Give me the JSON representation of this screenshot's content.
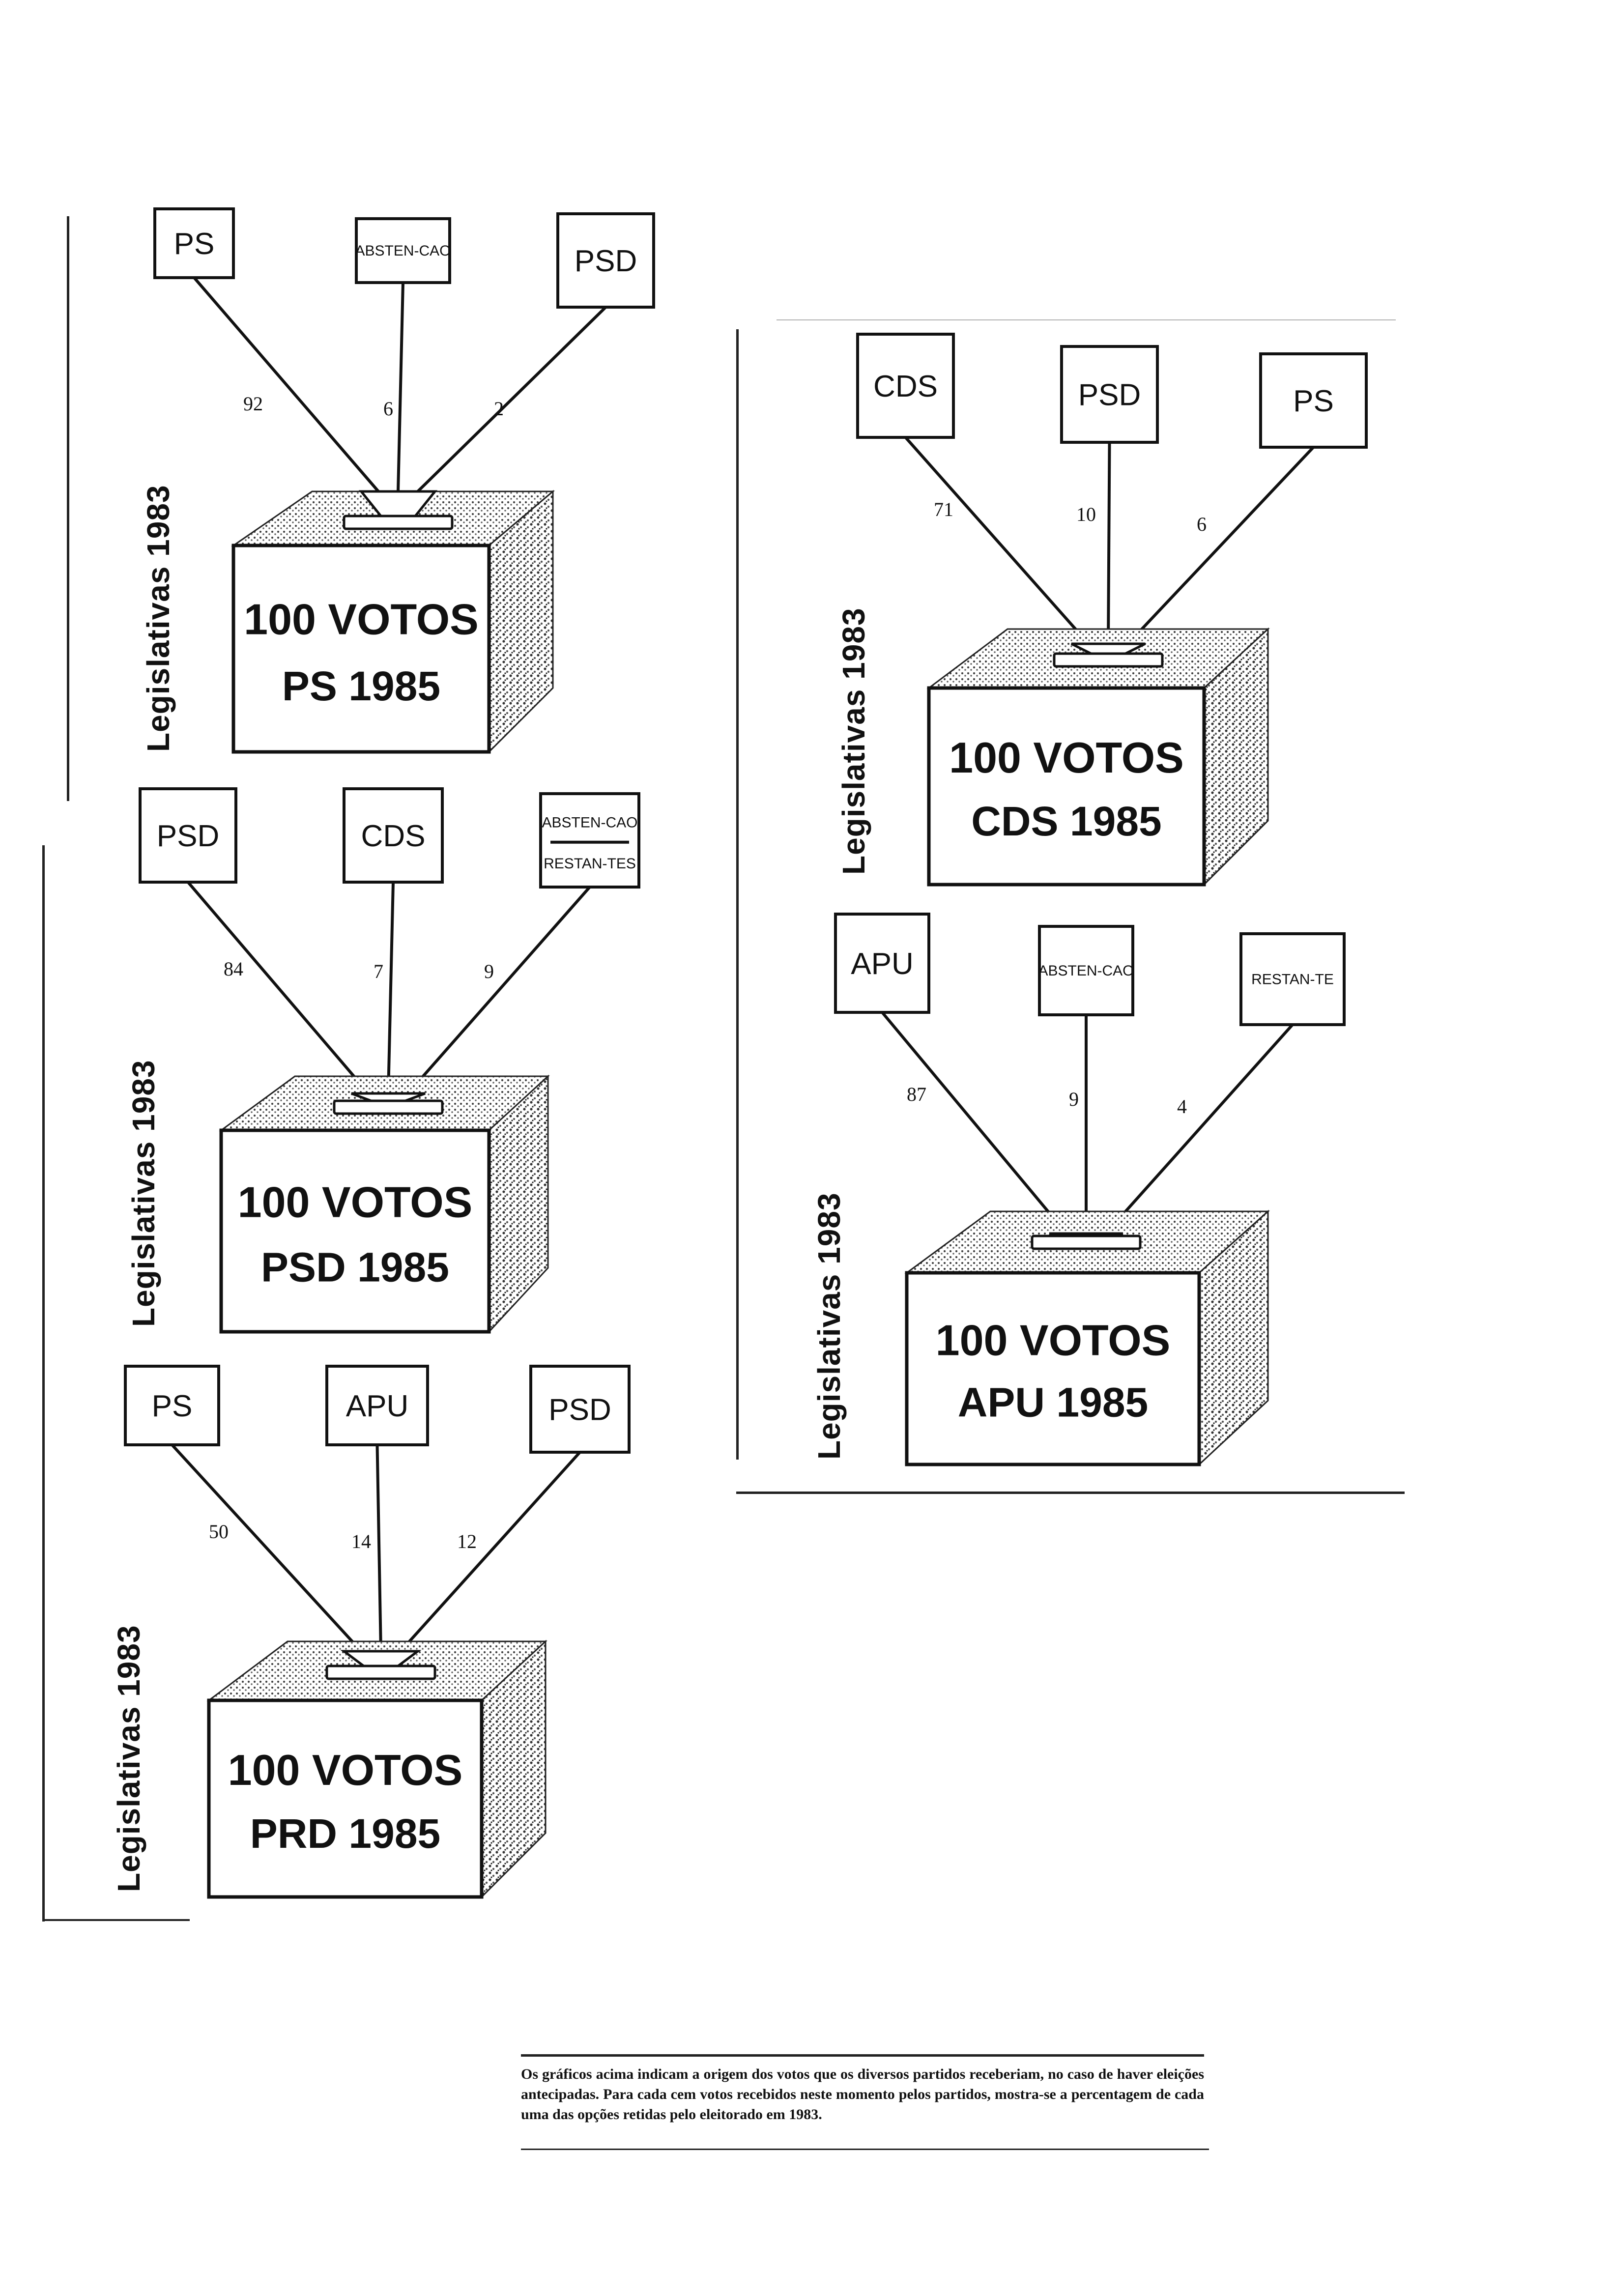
{
  "sidebar_label": "Legislativas 1983",
  "diagrams": [
    {
      "id": "ps",
      "box_line1": "100 VOTOS",
      "box_line2": "PS 1985",
      "sources": [
        {
          "label": "PS",
          "value": "92"
        },
        {
          "label": "ABSTEN-CAO",
          "value": "6"
        },
        {
          "label": "PSD",
          "value": "2"
        }
      ]
    },
    {
      "id": "psd",
      "box_line1": "100 VOTOS",
      "box_line2": "PSD 1985",
      "sources": [
        {
          "label": "PSD",
          "value": "84"
        },
        {
          "label": "CDS",
          "value": "7"
        },
        {
          "label": "ABSTEN-CAO",
          "label_sub": "RESTAN-TES",
          "value": "9"
        }
      ]
    },
    {
      "id": "prd",
      "box_line1": "100 VOTOS",
      "box_line2": "PRD 1985",
      "sources": [
        {
          "label": "PS",
          "value": "50"
        },
        {
          "label": "APU",
          "value": "14"
        },
        {
          "label": "PSD",
          "value": "12"
        }
      ]
    },
    {
      "id": "cds",
      "box_line1": "100 VOTOS",
      "box_line2": "CDS 1985",
      "sources": [
        {
          "label": "CDS",
          "value": "71"
        },
        {
          "label": "PSD",
          "value": "10"
        },
        {
          "label": "PS",
          "value": "6"
        }
      ]
    },
    {
      "id": "apu",
      "box_line1": "100 VOTOS",
      "box_line2": "APU 1985",
      "sources": [
        {
          "label": "APU",
          "value": "87"
        },
        {
          "label": "ABSTEN-CAO",
          "value": "9"
        },
        {
          "label": "RESTAN-TE",
          "value": "4"
        }
      ]
    }
  ],
  "caption": "Os gráficos acima indicam a origem dos votos que os diversos partidos receberiam, no caso de haver eleições antecipadas. Para cada cem votos recebidos neste momento pelos partidos, mostra-se a percentagem de cada uma das opções retidas pelo eleitorado em 1983."
}
